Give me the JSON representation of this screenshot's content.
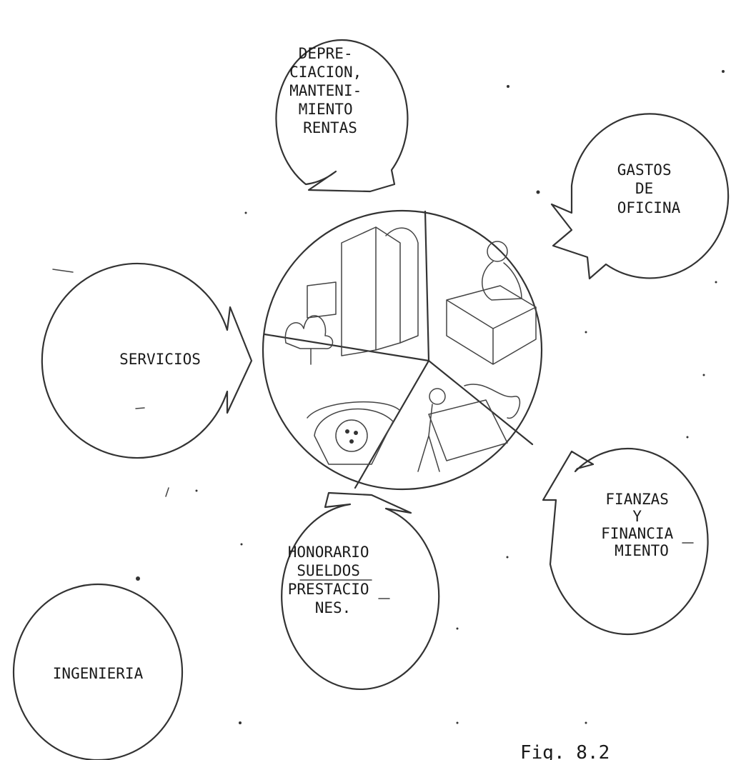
{
  "cost_circles": [
    {
      "id": "depreciacion",
      "lines": [
        "DEPRE-",
        "CIACION,",
        "MANTENI-",
        "MIENTO",
        "RENTAS"
      ]
    },
    {
      "id": "gastos",
      "lines": [
        "GASTOS",
        "DE",
        "OFICINA"
      ]
    },
    {
      "id": "servicios",
      "lines": [
        "SERVICIOS"
      ]
    },
    {
      "id": "fianzas",
      "lines": [
        "FIANZAS",
        "Y",
        "FINANCIA",
        "MIENTO"
      ],
      "underlined_letter": "A"
    },
    {
      "id": "honorario",
      "lines": [
        "HONORARIO",
        "SUELDOS",
        "PRESTACIO",
        "NES."
      ],
      "underlined_letter": "O"
    },
    {
      "id": "ingenieria",
      "lines": [
        "INGENIERIA"
      ]
    }
  ],
  "center_illustration": {
    "segments": [
      "building-trees",
      "person-at-desk",
      "telephone",
      "person-with-plans"
    ]
  },
  "caption": "Fig. 8.2"
}
